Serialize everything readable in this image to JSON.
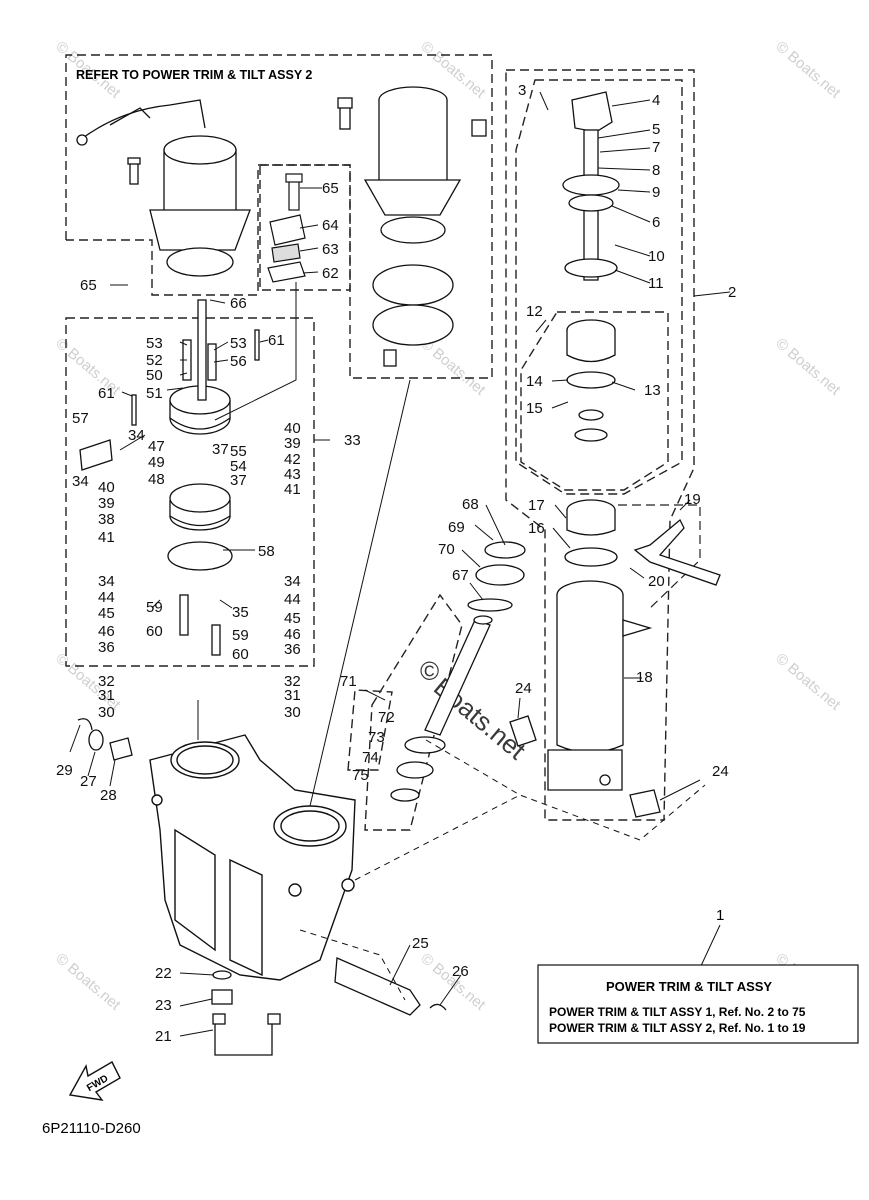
{
  "reference_note": "REFER TO POWER TRIM & TILT ASSY 2",
  "legend": {
    "ref_no": "1",
    "title": "POWER TRIM  & TILT ASSY",
    "line1": "POWER TRIM & TILT ASSY 1,  Ref. No. 2 to 75",
    "line2": "POWER TRIM & TILT ASSY 2,  Ref. No. 1 to 19"
  },
  "diagram_code": "6P21110-D260",
  "fwd_label": "FWD",
  "watermark": {
    "small": "© Boats.net",
    "center_symbol": "©",
    "center_text": "Boats.net"
  },
  "callouts": [
    {
      "id": "c2",
      "text": "2"
    },
    {
      "id": "c3",
      "text": "3"
    },
    {
      "id": "c4",
      "text": "4"
    },
    {
      "id": "c5",
      "text": "5"
    },
    {
      "id": "c7",
      "text": "7"
    },
    {
      "id": "c8",
      "text": "8"
    },
    {
      "id": "c9",
      "text": "9"
    },
    {
      "id": "c6",
      "text": "6"
    },
    {
      "id": "c10",
      "text": "10"
    },
    {
      "id": "c11",
      "text": "11"
    },
    {
      "id": "c12",
      "text": "12"
    },
    {
      "id": "c13",
      "text": "13"
    },
    {
      "id": "c14",
      "text": "14"
    },
    {
      "id": "c15",
      "text": "15"
    },
    {
      "id": "c16",
      "text": "16"
    },
    {
      "id": "c17",
      "text": "17"
    },
    {
      "id": "c18",
      "text": "18"
    },
    {
      "id": "c19",
      "text": "19"
    },
    {
      "id": "c20",
      "text": "20"
    },
    {
      "id": "c21",
      "text": "21"
    },
    {
      "id": "c22",
      "text": "22"
    },
    {
      "id": "c23",
      "text": "23"
    },
    {
      "id": "c24a",
      "text": "24"
    },
    {
      "id": "c24b",
      "text": "24"
    },
    {
      "id": "c25",
      "text": "25"
    },
    {
      "id": "c26",
      "text": "26"
    },
    {
      "id": "c27",
      "text": "27"
    },
    {
      "id": "c28",
      "text": "28"
    },
    {
      "id": "c29",
      "text": "29"
    },
    {
      "id": "c30a",
      "text": "30"
    },
    {
      "id": "c30b",
      "text": "30"
    },
    {
      "id": "c31a",
      "text": "31"
    },
    {
      "id": "c31b",
      "text": "31"
    },
    {
      "id": "c32a",
      "text": "32"
    },
    {
      "id": "c32b",
      "text": "32"
    },
    {
      "id": "c33",
      "text": "33"
    },
    {
      "id": "c34a",
      "text": "34"
    },
    {
      "id": "c34b",
      "text": "34"
    },
    {
      "id": "c34c",
      "text": "34"
    },
    {
      "id": "c34d",
      "text": "34"
    },
    {
      "id": "c35",
      "text": "35"
    },
    {
      "id": "c36a",
      "text": "36"
    },
    {
      "id": "c36b",
      "text": "36"
    },
    {
      "id": "c37a",
      "text": "37"
    },
    {
      "id": "c37b",
      "text": "37"
    },
    {
      "id": "c38",
      "text": "38"
    },
    {
      "id": "c39a",
      "text": "39"
    },
    {
      "id": "c39b",
      "text": "39"
    },
    {
      "id": "c40a",
      "text": "40"
    },
    {
      "id": "c40b",
      "text": "40"
    },
    {
      "id": "c41a",
      "text": "41"
    },
    {
      "id": "c41b",
      "text": "41"
    },
    {
      "id": "c42",
      "text": "42"
    },
    {
      "id": "c43",
      "text": "43"
    },
    {
      "id": "c44a",
      "text": "44"
    },
    {
      "id": "c44b",
      "text": "44"
    },
    {
      "id": "c45a",
      "text": "45"
    },
    {
      "id": "c45b",
      "text": "45"
    },
    {
      "id": "c46a",
      "text": "46"
    },
    {
      "id": "c46b",
      "text": "46"
    },
    {
      "id": "c47",
      "text": "47"
    },
    {
      "id": "c48",
      "text": "48"
    },
    {
      "id": "c49",
      "text": "49"
    },
    {
      "id": "c50",
      "text": "50"
    },
    {
      "id": "c51",
      "text": "51"
    },
    {
      "id": "c52",
      "text": "52"
    },
    {
      "id": "c53a",
      "text": "53"
    },
    {
      "id": "c53b",
      "text": "53"
    },
    {
      "id": "c54",
      "text": "54"
    },
    {
      "id": "c55",
      "text": "55"
    },
    {
      "id": "c56",
      "text": "56"
    },
    {
      "id": "c57",
      "text": "57"
    },
    {
      "id": "c58",
      "text": "58"
    },
    {
      "id": "c59a",
      "text": "59"
    },
    {
      "id": "c59b",
      "text": "59"
    },
    {
      "id": "c60a",
      "text": "60"
    },
    {
      "id": "c60b",
      "text": "60"
    },
    {
      "id": "c61a",
      "text": "61"
    },
    {
      "id": "c61b",
      "text": "61"
    },
    {
      "id": "c62",
      "text": "62"
    },
    {
      "id": "c63",
      "text": "63"
    },
    {
      "id": "c64",
      "text": "64"
    },
    {
      "id": "c65a",
      "text": "65"
    },
    {
      "id": "c65b",
      "text": "65"
    },
    {
      "id": "c66",
      "text": "66"
    },
    {
      "id": "c67",
      "text": "67"
    },
    {
      "id": "c68",
      "text": "68"
    },
    {
      "id": "c69",
      "text": "69"
    },
    {
      "id": "c70",
      "text": "70"
    },
    {
      "id": "c71",
      "text": "71"
    },
    {
      "id": "c72",
      "text": "72"
    },
    {
      "id": "c73",
      "text": "73"
    },
    {
      "id": "c74",
      "text": "74"
    },
    {
      "id": "c75",
      "text": "75"
    }
  ]
}
